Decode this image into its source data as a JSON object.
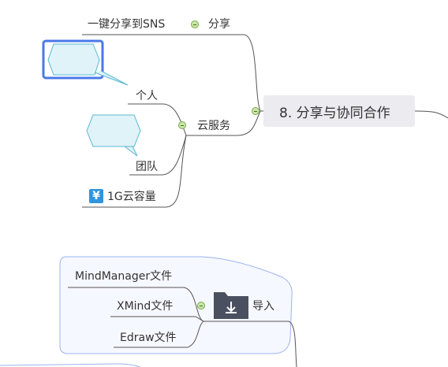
{
  "mindmap": {
    "main_topic": "8. 分享与协同合作",
    "share": {
      "label": "分享",
      "sns_label": "一键分享到SNS"
    },
    "cloud": {
      "label": "云服务",
      "personal": "个人",
      "team": "团队",
      "capacity_label": "1G云容量",
      "capacity_icon": "¥"
    },
    "import": {
      "label": "导入",
      "items": [
        "MindManager文件",
        "XMind文件",
        "Edraw文件"
      ]
    }
  },
  "colors": {
    "line": "#555555",
    "topic_bg": "#ebebf0",
    "toggle_fill": "#c8e6a8",
    "callout_fill": "#dff3f8",
    "callout_stroke": "#5ab8d0",
    "selection": "#4a78e8",
    "boundary": "#9bb3ee",
    "folder": "#4a5060"
  }
}
